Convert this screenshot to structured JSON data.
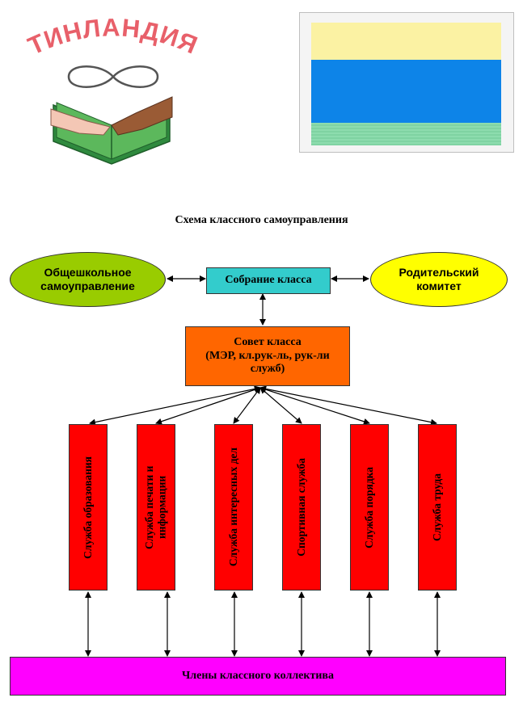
{
  "logo": {
    "text": "ТИНЛАНДИЯ"
  },
  "flag": {
    "colors": [
      "#fbf2a3",
      "#0d84e8",
      "#8ddcae"
    ]
  },
  "title": "Схема классного самоуправления",
  "nodes": {
    "school": "Общешкольное самоуправление",
    "assembly": "Собрание класса",
    "parents": "Родительский комитет",
    "council_line1": "Совет класса",
    "council_line2": "(МЭР, кл.рук-ль, рук-ли служб)",
    "members": "Члены классного коллектива"
  },
  "services": [
    "Служба образования",
    "Служба печати и информации",
    "Служба интересных дел",
    "Спортивная служба",
    "Служба порядка",
    "Служба труда"
  ],
  "colors": {
    "school": "#99cc00",
    "assembly": "#33cccc",
    "parents": "#ffff00",
    "council": "#ff6600",
    "service": "#ff0000",
    "members": "#ff00ff"
  }
}
